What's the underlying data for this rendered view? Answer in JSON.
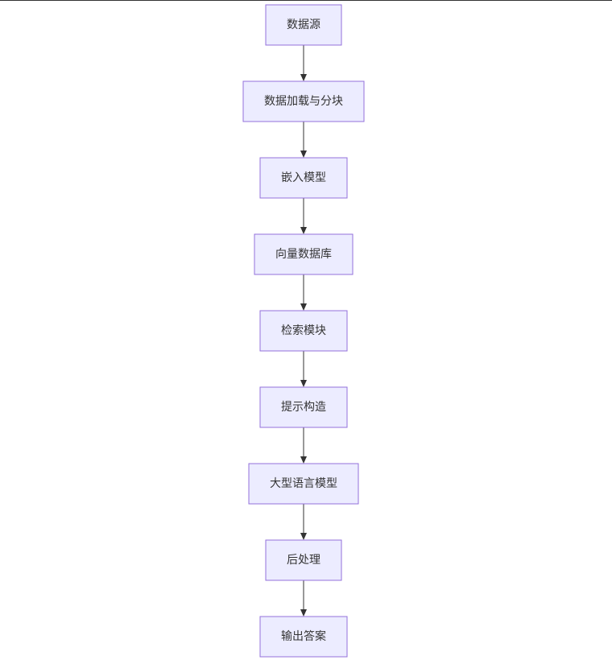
{
  "diagram": {
    "nodes": [
      {
        "id": "n1",
        "label": "数据源"
      },
      {
        "id": "n2",
        "label": "数据加载与分块"
      },
      {
        "id": "n3",
        "label": "嵌入模型"
      },
      {
        "id": "n4",
        "label": "向量数据库"
      },
      {
        "id": "n5",
        "label": "检索模块"
      },
      {
        "id": "n6",
        "label": "提示构造"
      },
      {
        "id": "n7",
        "label": "大型语言模型"
      },
      {
        "id": "n8",
        "label": "后处理"
      },
      {
        "id": "n9",
        "label": "输出答案"
      }
    ],
    "edges": [
      {
        "from": "n1",
        "to": "n2"
      },
      {
        "from": "n2",
        "to": "n3"
      },
      {
        "from": "n3",
        "to": "n4"
      },
      {
        "from": "n4",
        "to": "n5"
      },
      {
        "from": "n5",
        "to": "n6"
      },
      {
        "from": "n6",
        "to": "n7"
      },
      {
        "from": "n7",
        "to": "n8"
      },
      {
        "from": "n8",
        "to": "n9"
      }
    ]
  }
}
